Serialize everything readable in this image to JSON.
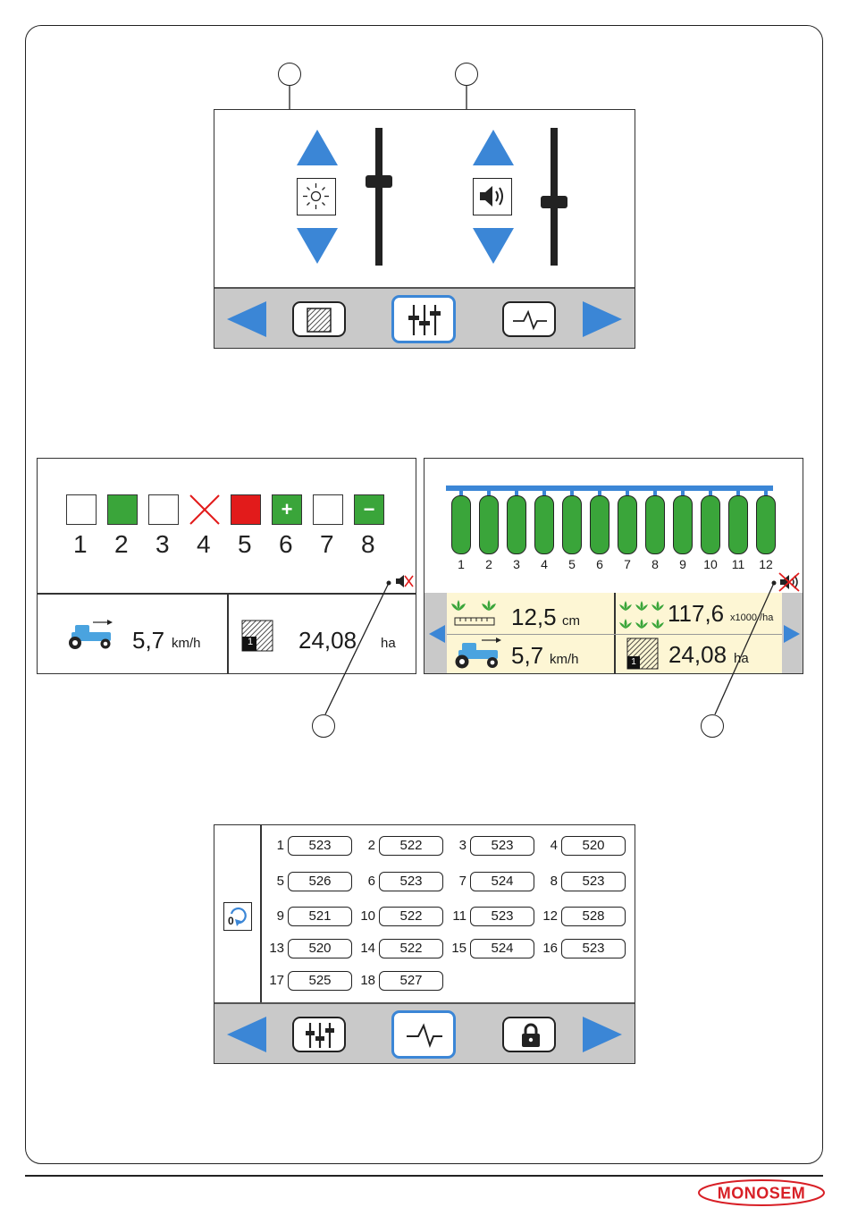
{
  "screen1": {
    "brightness_icon": "sun-icon",
    "volume_icon": "speaker-icon",
    "brightness_level": 0.62,
    "volume_level": 0.46,
    "nav": {
      "left": "arrow-left-icon",
      "b1": "hatched-area-icon",
      "b2": "sliders-icon",
      "b3": "pulse-icon",
      "right": "arrow-right-icon",
      "selected": "sliders-icon"
    }
  },
  "screen2": {
    "rows": [
      {
        "label": "1",
        "state": "empty"
      },
      {
        "label": "2",
        "state": "green"
      },
      {
        "label": "3",
        "state": "empty"
      },
      {
        "label": "4",
        "state": "cross"
      },
      {
        "label": "5",
        "state": "red"
      },
      {
        "label": "6",
        "state": "plus"
      },
      {
        "label": "7",
        "state": "empty"
      },
      {
        "label": "8",
        "state": "minus"
      }
    ],
    "speed_value": "5,7",
    "speed_unit": "km/h",
    "area_value": "24,08",
    "area_unit": "ha",
    "area_counter": "1",
    "mute_icon": "muted-speaker-icon"
  },
  "screen3": {
    "hoppers": [
      "1",
      "2",
      "3",
      "4",
      "5",
      "6",
      "7",
      "8",
      "9",
      "10",
      "11",
      "12"
    ],
    "spacing_value": "12,5",
    "spacing_unit": "cm",
    "density_value": "117,6",
    "density_unit": "x1000 /ha",
    "speed_value": "5,7",
    "speed_unit": "km/h",
    "area_value": "24,08",
    "area_unit": "ha",
    "area_counter": "1",
    "mute_icon": "muted-speaker-icon"
  },
  "screen4": {
    "reset_icon": "reset-counter-icon",
    "reset_label": "0",
    "rows": [
      {
        "label": "1",
        "value": "523"
      },
      {
        "label": "2",
        "value": "522"
      },
      {
        "label": "3",
        "value": "523"
      },
      {
        "label": "4",
        "value": "520"
      },
      {
        "label": "5",
        "value": "526"
      },
      {
        "label": "6",
        "value": "523"
      },
      {
        "label": "7",
        "value": "524"
      },
      {
        "label": "8",
        "value": "523"
      },
      {
        "label": "9",
        "value": "521"
      },
      {
        "label": "10",
        "value": "522"
      },
      {
        "label": "11",
        "value": "523"
      },
      {
        "label": "12",
        "value": "528"
      },
      {
        "label": "13",
        "value": "520"
      },
      {
        "label": "14",
        "value": "522"
      },
      {
        "label": "15",
        "value": "524"
      },
      {
        "label": "16",
        "value": "523"
      },
      {
        "label": "17",
        "value": "525"
      },
      {
        "label": "18",
        "value": "527"
      }
    ],
    "nav": {
      "left": "arrow-left-icon",
      "b1": "sliders-icon",
      "b2": "pulse-icon",
      "b3": "lock-icon",
      "right": "arrow-right-icon",
      "selected": "pulse-icon"
    }
  },
  "brand": {
    "logo_text": "MONOSEM",
    "color": "#d81f26"
  },
  "colors": {
    "accent_blue": "#3b86d6",
    "green": "#3aa53a",
    "red": "#e21b1b",
    "panel_yellow": "#fdf6d4"
  }
}
